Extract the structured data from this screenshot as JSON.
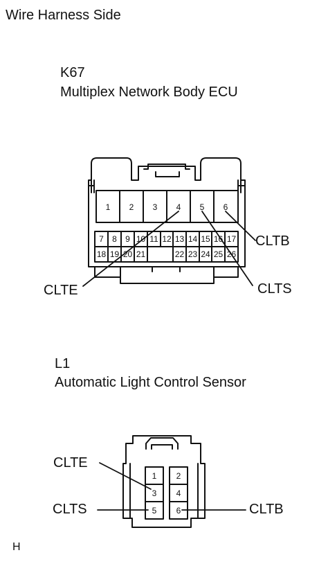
{
  "title": "Wire Harness Side",
  "connector_k67": {
    "code": "K67",
    "name": "Multiplex Network Body ECU",
    "top_pins": [
      "1",
      "2",
      "3",
      "4",
      "5",
      "6"
    ],
    "mid_pins": [
      "7",
      "8",
      "9",
      "10",
      "11",
      "12",
      "13",
      "14",
      "15",
      "16",
      "17"
    ],
    "bottom_pins": [
      "18",
      "19",
      "20",
      "21",
      "22",
      "23",
      "24",
      "25",
      "26"
    ],
    "callouts": {
      "clte": "CLTE",
      "clts": "CLTS",
      "cltb": "CLTB"
    }
  },
  "connector_l1": {
    "code": "L1",
    "name": "Automatic Light Control Sensor",
    "pins": [
      "1",
      "2",
      "3",
      "4",
      "5",
      "6"
    ],
    "callouts": {
      "clte": "CLTE",
      "clts": "CLTS",
      "cltb": "CLTB"
    }
  },
  "footer_mark": "H"
}
